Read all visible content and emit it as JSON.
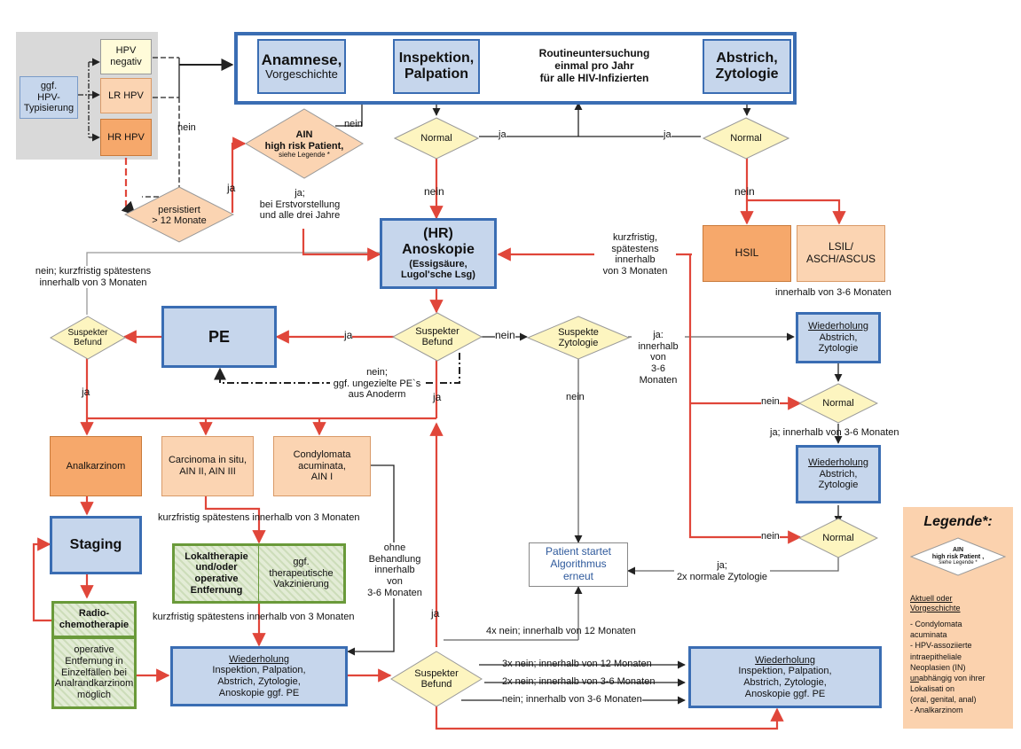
{
  "hpv_panel": {
    "typing": "ggf.\nHPV-\nTypisierung",
    "negative": "HPV\nnegativ",
    "lr": "LR HPV",
    "hr": "HR HPV",
    "persistent": "persistiert\n> 12 Monate"
  },
  "routine": {
    "anamnese_title": "Anamnese,",
    "anamnese_sub": "Vorgeschichte",
    "inspektion": "Inspektion,\nPalpation",
    "text": "Routineuntersuchung\neinmal pro Jahr\nfür alle HIV-Infizierten",
    "abstrich": "Abstrich,\nZytologie"
  },
  "ain_diamond": {
    "title": "AIN\nhigh risk Patient,",
    "sub": "siehe Legende *"
  },
  "decisions": {
    "normal": "Normal",
    "suspekter_befund": "Suspekter\nBefund",
    "suspekte_zytologie": "Suspekte\nZytologie"
  },
  "anoskopie": {
    "title": "(HR)\nAnoskopie",
    "sub": "(Essigsäure,\nLugol'sche Lsg)"
  },
  "pe": "PE",
  "hsil": "HSIL",
  "lsil": "LSIL/\nASCH/ASCUS",
  "wiederholung": {
    "head": "Wiederholung",
    "body": "Abstrich,\nZytologie"
  },
  "analkarzinom": "Analkarzinom",
  "carcinoma": "Carcinoma in situ,\nAIN II, AIN III",
  "condylomata": "Condylomata\nacuminata,\nAIN I",
  "staging": "Staging",
  "lokaltherapie": "Lokaltherapie\nund/oder\noperative\nEntfernung",
  "vakzinierung": "ggf.\ntherapeutische\nVakzinierung",
  "radio": "Radio-\nchemotherapie",
  "operative": "operative\nEntfernung in\nEinzelfällen bei\nAnalrandkarzinom\nmöglich",
  "wiederholung_full": {
    "head": "Wiederholung",
    "body": "Inspektion, Palpation,\nAbstrich, Zytologie,\nAnoskopie ggf. PE"
  },
  "restart": "Patient startet\nAlgorithmus\nerneut",
  "labels": {
    "nein": "nein",
    "ja": "ja",
    "ja_erst": "ja;\nbei Erstvorstellung\nund alle drei Jahre",
    "nein_kurz": "nein; kurzfristig spätestens\ninnerhalb von 3 Monaten",
    "kurzfristig_spaet": "kurzfristig,\nspätestens\ninnerhalb\nvon 3 Monaten",
    "innerhalb_3_6": "innerhalb von 3-6 Monaten",
    "ja_innerhalb": "ja:\ninnerhalb\nvon\n3-6 Monaten",
    "nein_ungezielt": "nein;\nggf. ungezielte PE`s\naus Anoderm",
    "ja_innerhalb_long": "ja; innerhalb von 3-6 Monaten",
    "kurz_3": "kurzfristig spätestens innerhalb von 3 Monaten",
    "ohne": "ohne\nBehandlung\ninnerhalb\nvon\n3-6 Monaten",
    "ja_2x": "ja;\n2x normale Zytologie",
    "4x": "4x nein; innerhalb von 12 Monaten",
    "3x": "3x nein; innerhalb von 12 Monaten",
    "2x": "2x nein; innerhalb von 3-6 Monaten",
    "nein_36": "nein; innerhalb von 3-6 Monaten"
  },
  "legend": {
    "title": "Legende*:",
    "diamond_title": "AIN\nhigh risk Patient ,",
    "diamond_sub": "siehe Legende *",
    "heading": "Aktuell oder\nVorgeschichte",
    "items": "- Condylomata\nacuminata\n- HPV-assoziierte\nintraepitheliale\nNeoplasien (IN)",
    "unab_u": "un",
    "unab_rest": "abhängig von ihrer\nLokalisati on\n(oral, genital, anal)\n- Analkarzinom"
  },
  "colors": {
    "arrow_red": "#e0463a",
    "border_blue": "#3a6db3",
    "box_blue": "#c6d6ec",
    "diamond_yellow": "#fdf5c0",
    "orange": "#f6a86b",
    "peach": "#fbd4b2",
    "green_border": "#6a9a3a",
    "legend_bg": "#fbd2ae"
  }
}
